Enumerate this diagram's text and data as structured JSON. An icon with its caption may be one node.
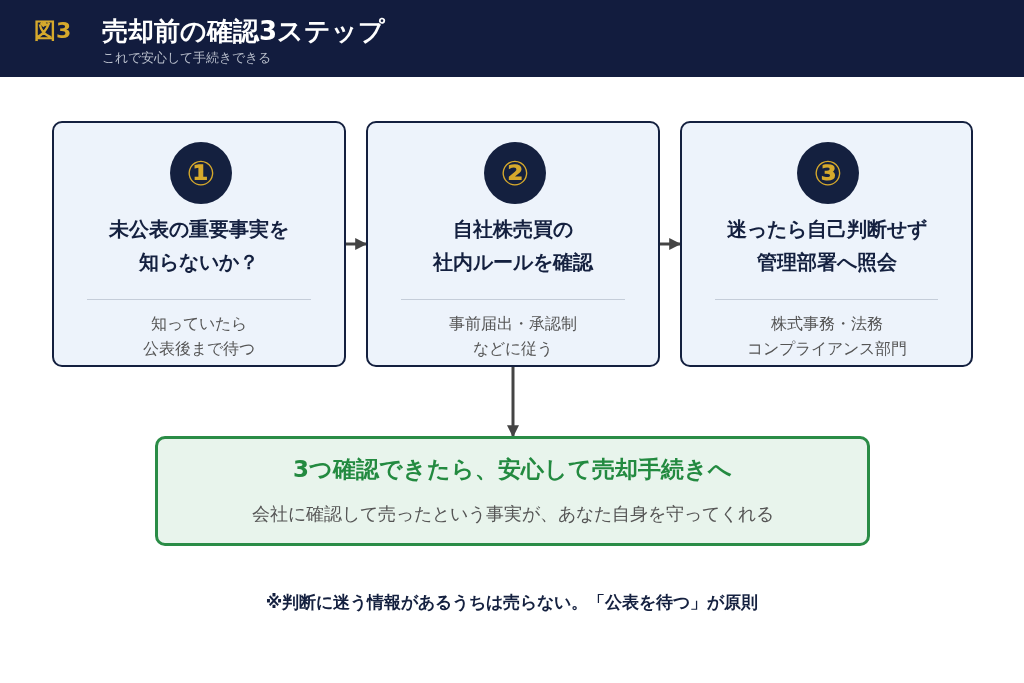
{
  "diagram": {
    "title": "売却前の確認3ステップ",
    "nodes": [
      {
        "text": [
          "未公表の重要事実を知らないか？",
          "知っていたら公表後まで待つ"
        ]
      },
      {
        "text": [
          "①"
        ],
        "in": 0
      },
      {
        "text": [
          "自社株売買の社内ルールを確認",
          "事前届出・承認制などに従う"
        ]
      },
      {
        "text": [
          "②"
        ],
        "in": 2
      },
      {
        "text": [
          "迷ったら自己判断せず管理部署へ照会",
          "株式事務・法務コンプライアンス部門"
        ]
      },
      {
        "text": [
          "③"
        ],
        "in": 4
      },
      {
        "text": [
          "3つ確認できたら、安心して売却手続きへ",
          "会社に確認して売ったという事実が、あなた自身を守ってくれる"
        ]
      }
    ],
    "edges": [
      {
        "from": 0,
        "to": 2,
        "arrow": "to"
      },
      {
        "from": 2,
        "to": 4,
        "arrow": "to"
      },
      {
        "from": 2,
        "to": 6,
        "arrow": "to"
      }
    ],
    "labels": [
      "図3",
      "これで安心して手続きできる",
      "※判断に迷う情報があるうちは売らない。「公表を待つ」が原則"
    ]
  }
}
